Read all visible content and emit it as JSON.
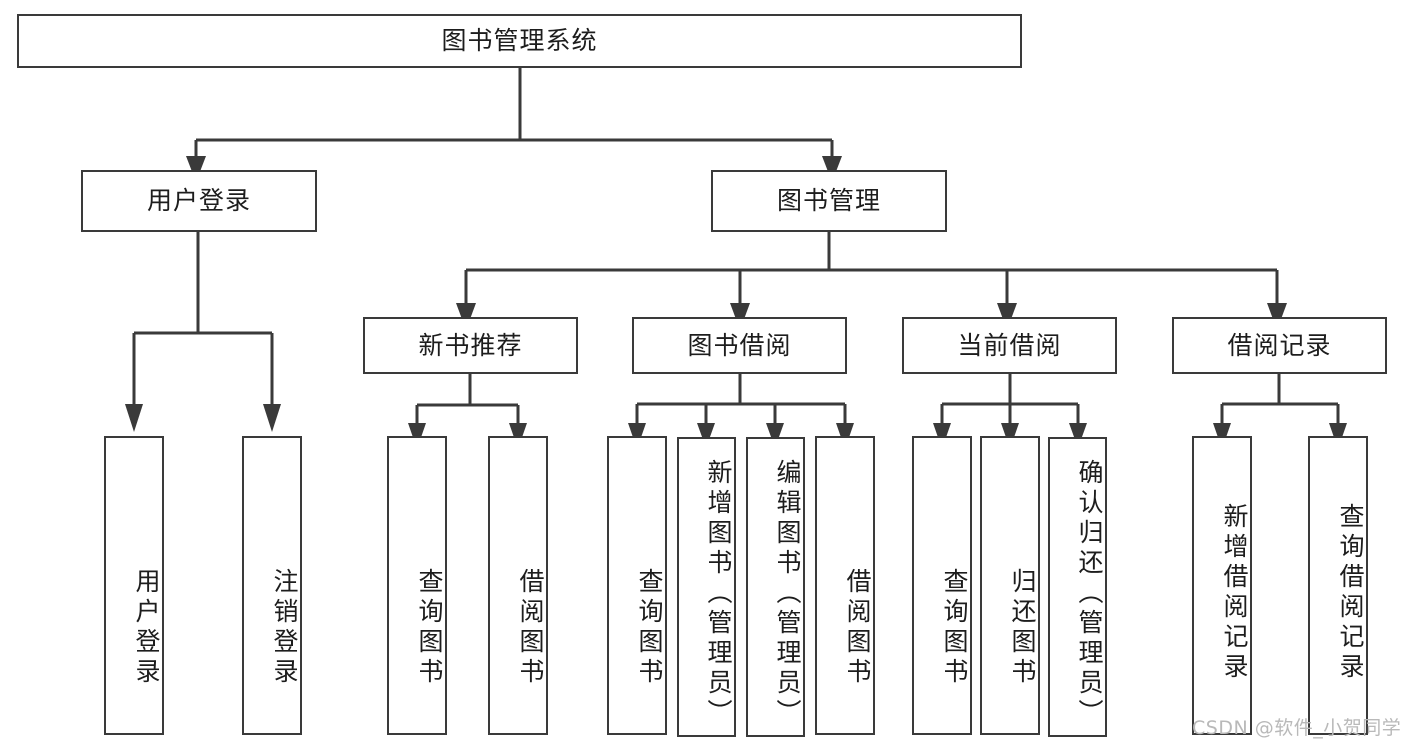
{
  "diagram": {
    "type": "tree",
    "title": "图书管理系统",
    "root": {
      "label": "图书管理系统"
    },
    "level2": [
      {
        "label": "用户登录"
      },
      {
        "label": "图书管理"
      }
    ],
    "level3": [
      {
        "label": "新书推荐"
      },
      {
        "label": "图书借阅"
      },
      {
        "label": "当前借阅"
      },
      {
        "label": "借阅记录"
      }
    ],
    "leaves": {
      "user_login": [
        {
          "label": "用户登录"
        },
        {
          "label": "注销登录"
        }
      ],
      "new_book_recommend": [
        {
          "label": "查询图书"
        },
        {
          "label": "借阅图书"
        }
      ],
      "book_borrow": [
        {
          "label": "查询图书"
        },
        {
          "label": "新增图书（管理员）"
        },
        {
          "label": "编辑图书（管理员）"
        },
        {
          "label": "借阅图书"
        }
      ],
      "current_borrow": [
        {
          "label": "查询图书"
        },
        {
          "label": "归还图书"
        },
        {
          "label": "确认归还（管理员）"
        }
      ],
      "borrow_record": [
        {
          "label": "新增借阅记录"
        },
        {
          "label": "查询借阅记录"
        }
      ]
    }
  },
  "watermark": {
    "text": "CSDN @软件_小贺同学"
  },
  "colors": {
    "stroke": "#3a3a3a",
    "background": "#ffffff",
    "text": "#1d1d1d",
    "watermark": "#b9b9b9"
  }
}
